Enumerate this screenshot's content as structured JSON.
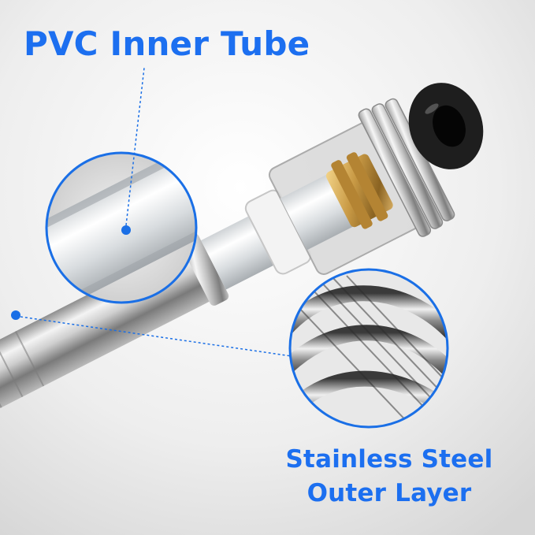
{
  "labels": {
    "pvc": "PVC Inner Tube",
    "steel_line1": "Stainless Steel",
    "steel_line2": "Outer Layer"
  },
  "colors": {
    "label_text": "#1c6ff0",
    "callout_ring": "#1a6fe6",
    "callout_dot": "#1a6fe6",
    "background": "#ededed",
    "brass": "#c99a45",
    "rubber_seal": "#1e1e1e"
  },
  "icons": {
    "callout_marker": "circle-dot"
  }
}
